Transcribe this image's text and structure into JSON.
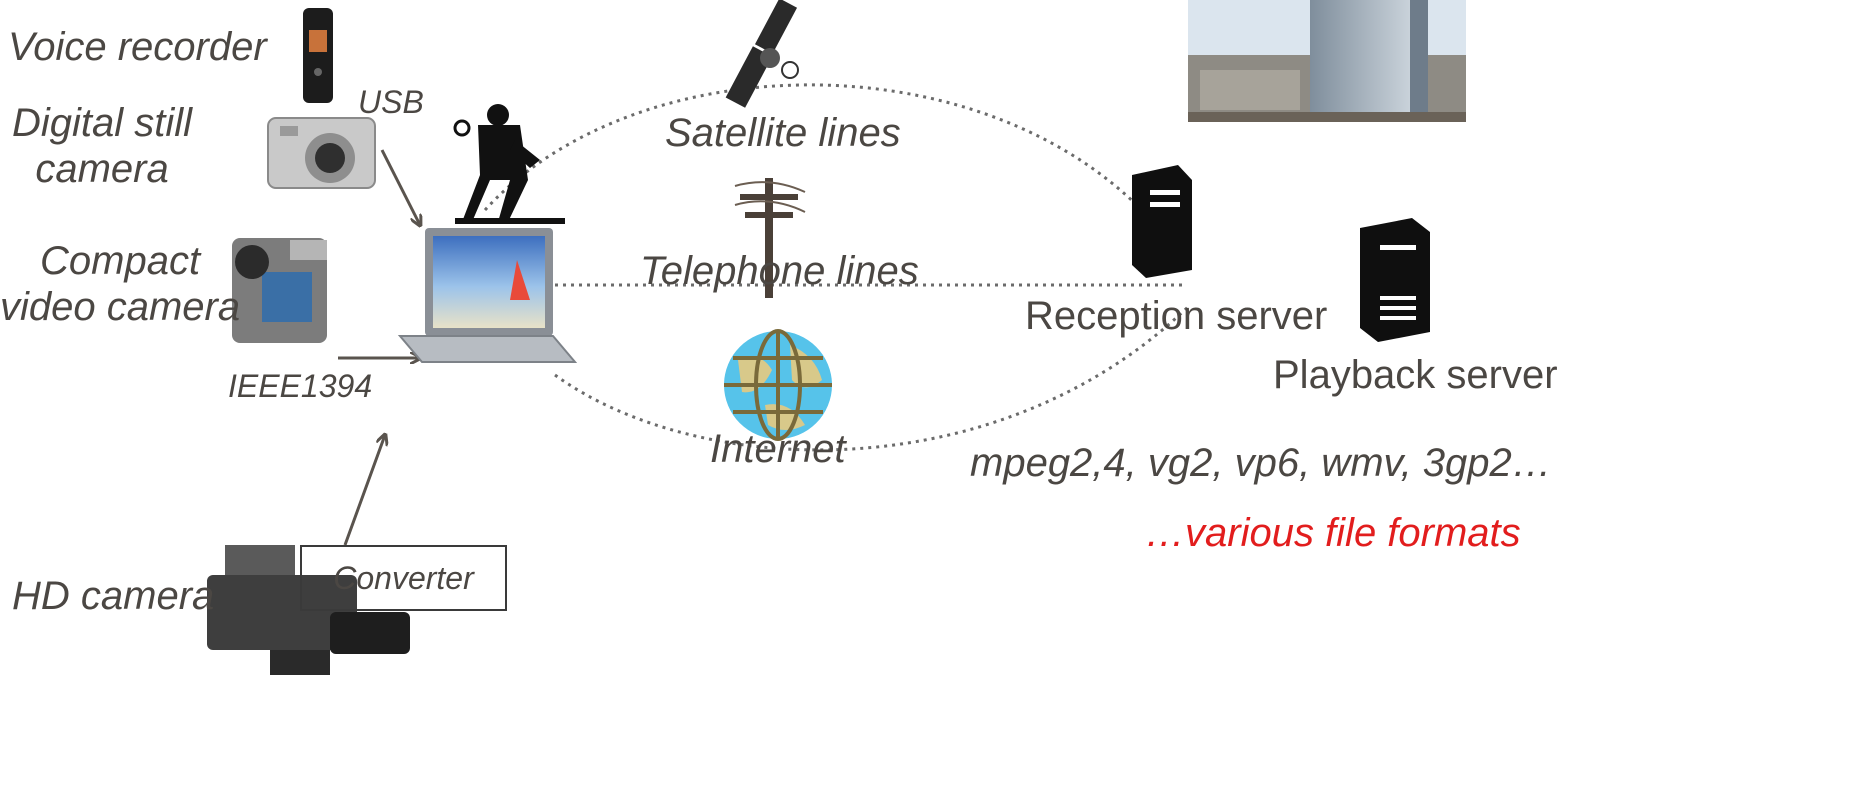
{
  "devices": {
    "voice_recorder": "Voice recorder",
    "digital_still_camera": "Digital still\ncamera",
    "compact_video_camera": "Compact\nvideo camera",
    "hd_camera": "HD camera"
  },
  "connections": {
    "usb": "USB",
    "ieee1394": "IEEE1394",
    "converter": "Converter"
  },
  "lines": {
    "satellite": "Satellite lines",
    "telephone": "Telephone lines",
    "internet": "Internet"
  },
  "servers": {
    "reception": "Reception server",
    "playback": "Playback server"
  },
  "formats": {
    "list": "mpeg2,4, vg2, vp6, wmv, 3gp2…",
    "note": "…various file formats"
  },
  "colors": {
    "text": "#4b4743",
    "highlight": "#e21d1d",
    "arrow": "#5a544e",
    "dotted_line": "#6b6b6b",
    "globe": "#56c3ea",
    "globe_land": "#d8c98a"
  },
  "icons": [
    "voice-recorder-icon",
    "digital-camera-icon",
    "video-camera-icon",
    "hd-camera-icon",
    "reporter-icon",
    "laptop-icon",
    "satellite-icon",
    "telephone-pole-icon",
    "globe-icon",
    "server-icon",
    "building-photo"
  ]
}
